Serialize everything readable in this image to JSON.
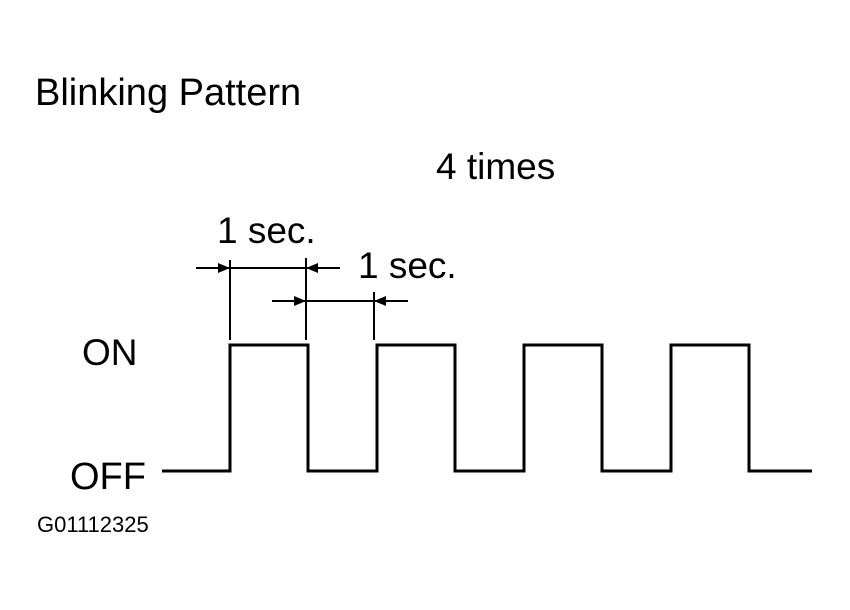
{
  "title": "Blinking Pattern",
  "blink_count_label": "4 times",
  "on_duration_label": "1 sec.",
  "off_duration_label": "1 sec.",
  "state_labels": {
    "on": "ON",
    "off": "OFF"
  },
  "figure_id": "G01112325",
  "waveform": {
    "blinks": 4,
    "on_seconds": 1,
    "off_seconds": 1
  },
  "colors": {
    "line": "#000000",
    "background": "#ffffff"
  }
}
